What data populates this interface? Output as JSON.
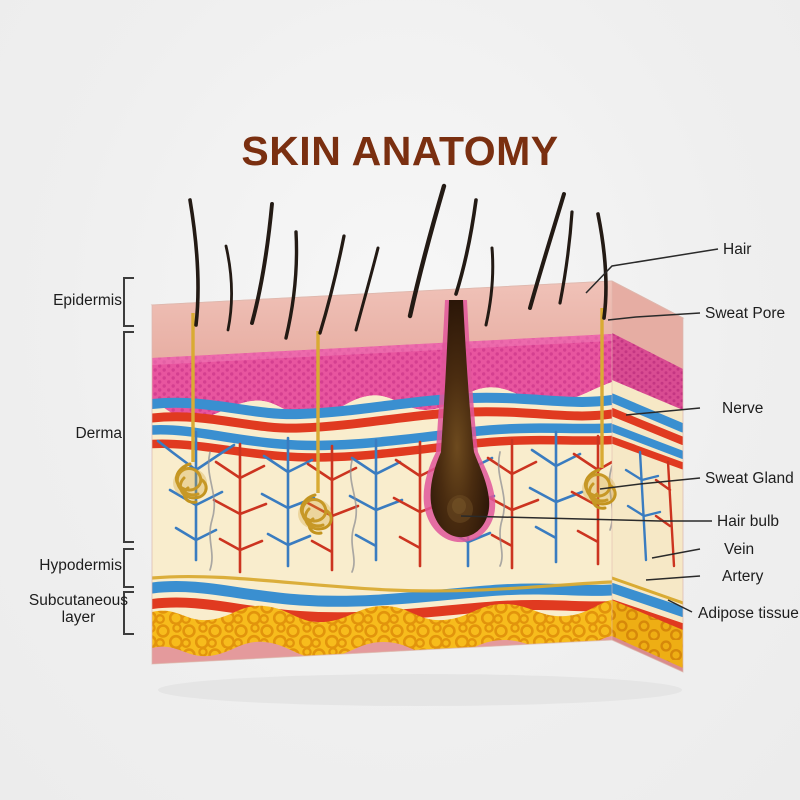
{
  "title": "SKIN ANATOMY",
  "title_color": "#7a2f10",
  "background_color": "#f1f1f1",
  "diagram_type": "labeled anatomical cross-section block diagram of human skin",
  "layer_labels": [
    {
      "id": "epidermis",
      "label": "Epidermis"
    },
    {
      "id": "derma",
      "label": "Derma"
    },
    {
      "id": "hypodermis",
      "label": "Hypodermis"
    },
    {
      "id": "subcutaneous",
      "label": "Subcutaneous layer",
      "line1": "Subcutaneous",
      "line2": "layer"
    }
  ],
  "structure_labels": [
    {
      "id": "hair",
      "label": "Hair"
    },
    {
      "id": "sweat-pore",
      "label": "Sweat Pore"
    },
    {
      "id": "nerve",
      "label": "Nerve"
    },
    {
      "id": "sweat-gland",
      "label": "Sweat Gland"
    },
    {
      "id": "hair-bulb",
      "label": "Hair bulb"
    },
    {
      "id": "vein",
      "label": "Vein"
    },
    {
      "id": "artery",
      "label": "Artery"
    },
    {
      "id": "adipose-tissue",
      "label": "Adipose tissue"
    }
  ],
  "colors": {
    "surface_pink": "#eeb8ae",
    "surface_pink_light": "#f2c6bd",
    "epidermis_magenta": "#e8559f",
    "epidermis_magenta_dark": "#d33e8d",
    "dermis_cream": "#f7e7bd",
    "dermis_cream_light": "#faf0d4",
    "adipose_yellow": "#f5b819",
    "adipose_cell": "#e89a10",
    "subcutaneous_pink": "#e49a9c",
    "vein_blue": "#3a8fd0",
    "artery_red": "#e03a20",
    "capillary_blue": "#2f6fb5",
    "capillary_red": "#c8301c",
    "sweat_gland_gold": "#c99a28",
    "duct_gold": "#d9ab33",
    "hair_dark": "#231a14",
    "hair_bulb_dark": "#3a220f",
    "label_text": "#1d1d1d",
    "leader_line": "#2a2a2a",
    "bracket": "#3c3c3c"
  }
}
